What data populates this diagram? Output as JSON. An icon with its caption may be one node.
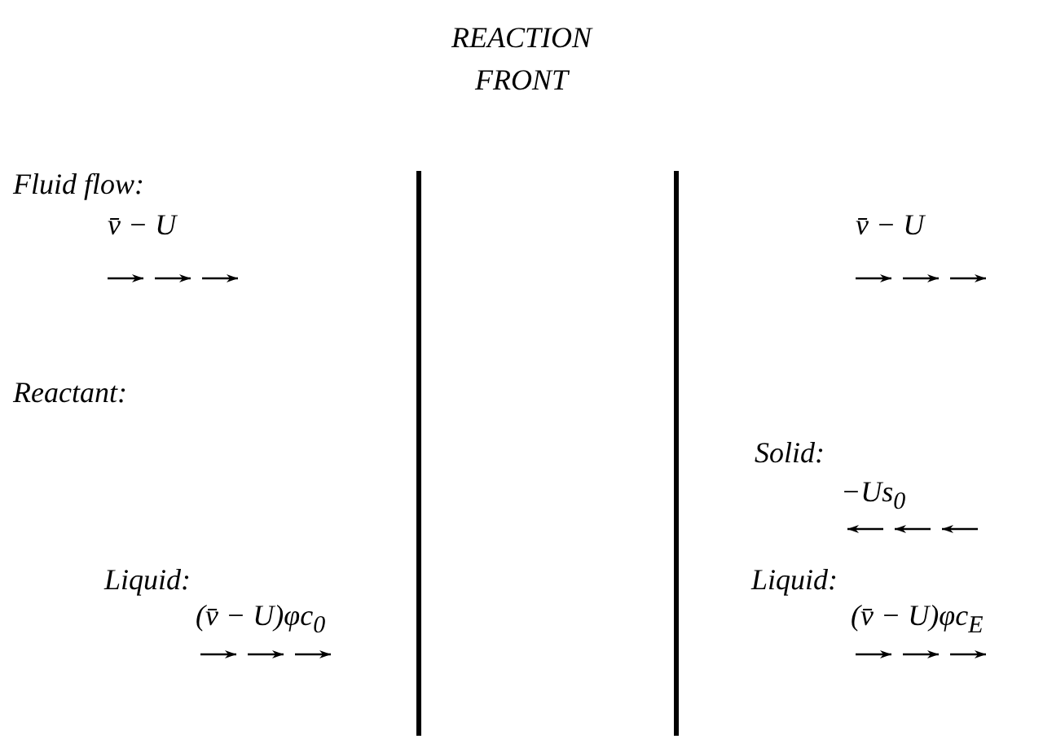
{
  "diagram": {
    "title": "REACTION FRONT",
    "labels": [
      "Fluid flow:",
      "v̄ − U",
      "v̄ − U",
      "Reactant:",
      "Solid:",
      "−Us$_{0}$",
      "Liquid:",
      "(v̄ − U)φc$_{0}$",
      "Liquid:",
      "(v̄ − U)φc$_{E}$"
    ]
  }
}
